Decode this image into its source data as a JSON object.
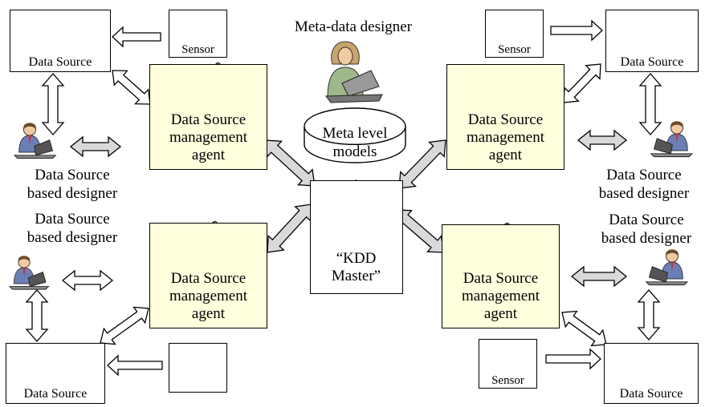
{
  "title": "Meta-data designer",
  "meta_models": {
    "line1": "Meta level",
    "line2": "models"
  },
  "kdd_master": {
    "line1": "“KDD",
    "line2": "Master”"
  },
  "agent": {
    "line1": "Data Source",
    "line2": "management",
    "line3": "agent"
  },
  "data_source_label": "Data Source",
  "sensor_label": "Sensor",
  "designer": {
    "line1": "Data Source",
    "line2": "based designer"
  },
  "colors": {
    "agent_fill": "#ffffdd",
    "arrow_fill": "#d9d9d9",
    "stroke": "#000000"
  }
}
